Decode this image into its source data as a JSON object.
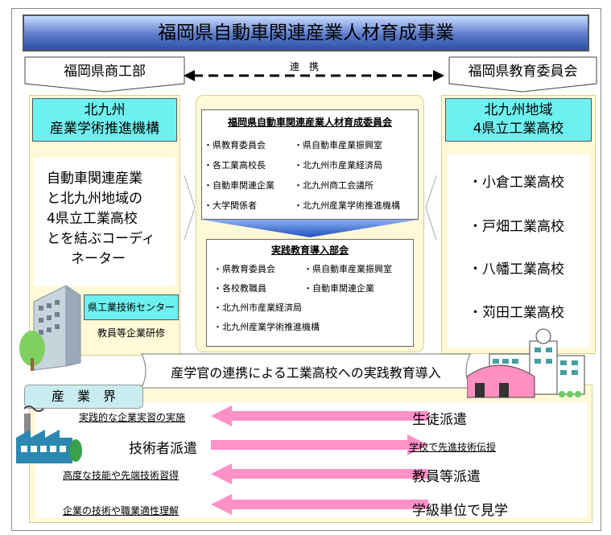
{
  "title": "福岡県自動車関連産業人材育成事業",
  "left_header": "福岡県商工部",
  "right_header": "福岡県教育委員会",
  "link_label": "連　携",
  "left_org": {
    "line1": "北九州",
    "line2": "産業学術推進機構"
  },
  "left_desc": [
    "自動車関連産業",
    "と北九州地域の",
    "4県立工業高校",
    "とを結ぶコーディ",
    "ネーター"
  ],
  "tech_center": "県工業技術センター",
  "teacher_training": "教員等企業研修",
  "committee": {
    "title": "福岡県自動車関連産業人材育成委員会",
    "items_left": [
      "・県教育委員会",
      "・各工業高校長",
      "・自動車関連企業",
      "・大学関係者"
    ],
    "items_right": [
      "・県自動車産業振興室",
      "・北九州市産業経済局",
      "・北九州商工会議所",
      "・北九州産業学術推進機構"
    ]
  },
  "subcommittee": {
    "title": "実践教育導入部会",
    "rows": [
      [
        "・県教育委員会",
        "・県自動車産業振興室"
      ],
      [
        "・各校教職員",
        "・自動車関連企業"
      ],
      [
        "・北九州市産業経済局",
        ""
      ],
      [
        "・北九州産業学術推進機構",
        ""
      ]
    ]
  },
  "right_org": {
    "line1": "北九州地域",
    "line2": "4県立工業高校"
  },
  "schools": [
    "・小倉工業高校",
    "・戸畑工業高校",
    "・八幡工業高校",
    "・苅田工業高校"
  ],
  "banner": "産学官の連携による工業高校への実践教育導入",
  "industry_label": "産　業　界",
  "flows": [
    {
      "left": "実践的な企業実習の実施",
      "right": "生徒派遣",
      "dir": "left"
    },
    {
      "left": "技術者派遣",
      "right": "学校で先進技術伝授",
      "dir": "right"
    },
    {
      "left": "高度な技能や先端技術習得",
      "right": "教員等派遣",
      "dir": "left"
    },
    {
      "left": "企業の技術や職業適性理解",
      "right": "学級単位で見学",
      "dir": "left"
    }
  ]
}
